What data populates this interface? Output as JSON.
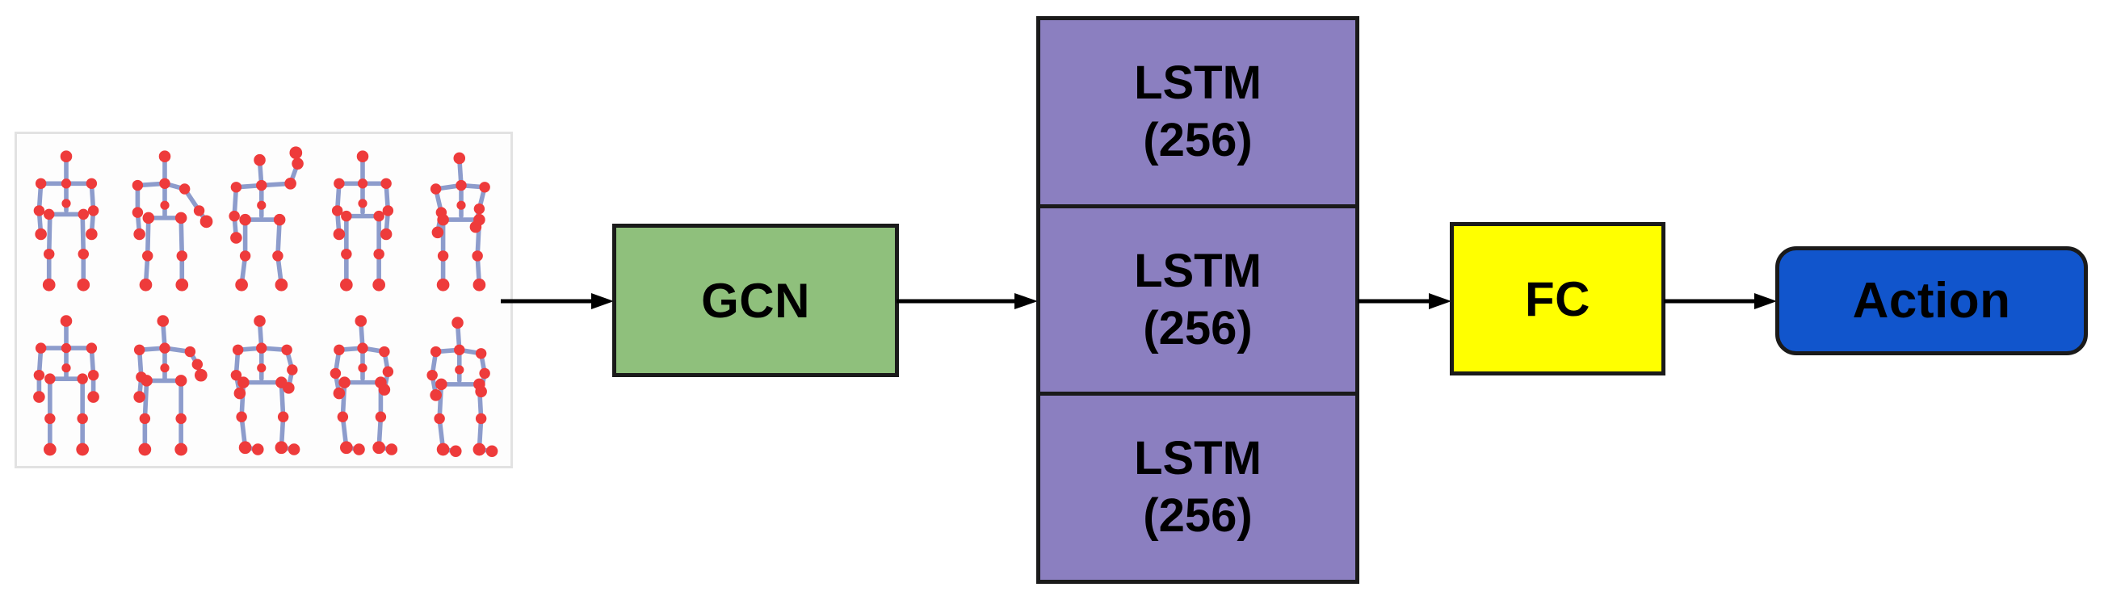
{
  "diagram": {
    "title": "GCN-LSTM skeleton action recognition pipeline",
    "background": "#ffffff"
  },
  "input_panel": {
    "name": "skeleton-sequence-thumbnail",
    "description": "Grid of 10 human skeleton pose frames, 2 rows x 5 columns",
    "rows": 2,
    "columns": 5,
    "frame_count": 10,
    "joint_color": "#ee3b3b",
    "bone_color": "#7e8fc6",
    "panel_background": "#fdfdfd",
    "panel_border": "#e2e2e2"
  },
  "nodes": {
    "gcn": {
      "label": "GCN",
      "color": "#8fc07c",
      "border": "#1a1a1a",
      "shape": "rectangle"
    },
    "lstm_stack": {
      "color": "#8b7fc0",
      "border": "#1a1a1a",
      "shape": "rectangle",
      "cells": [
        {
          "label": "LSTM",
          "units": "(256)"
        },
        {
          "label": "LSTM",
          "units": "(256)"
        },
        {
          "label": "LSTM",
          "units": "(256)"
        }
      ]
    },
    "fc": {
      "label": "FC",
      "color": "#ffff00",
      "border": "#1a1a1a",
      "shape": "rectangle"
    },
    "action": {
      "label": "Action",
      "color": "#1155cc",
      "border": "#1a1a1a",
      "shape": "rounded-rectangle"
    }
  },
  "arrows": [
    {
      "name": "arrow-skeletons-to-gcn",
      "from": "skeleton-panel",
      "to": "gcn",
      "direction": "right",
      "color": "#000000"
    },
    {
      "name": "arrow-gcn-to-lstm",
      "from": "gcn",
      "to": "lstm-stack",
      "direction": "right",
      "color": "#000000"
    },
    {
      "name": "arrow-lstm-to-fc",
      "from": "lstm-stack",
      "to": "fc",
      "direction": "right",
      "color": "#000000"
    },
    {
      "name": "arrow-fc-to-action",
      "from": "fc",
      "to": "action",
      "direction": "right",
      "color": "#000000"
    }
  ]
}
